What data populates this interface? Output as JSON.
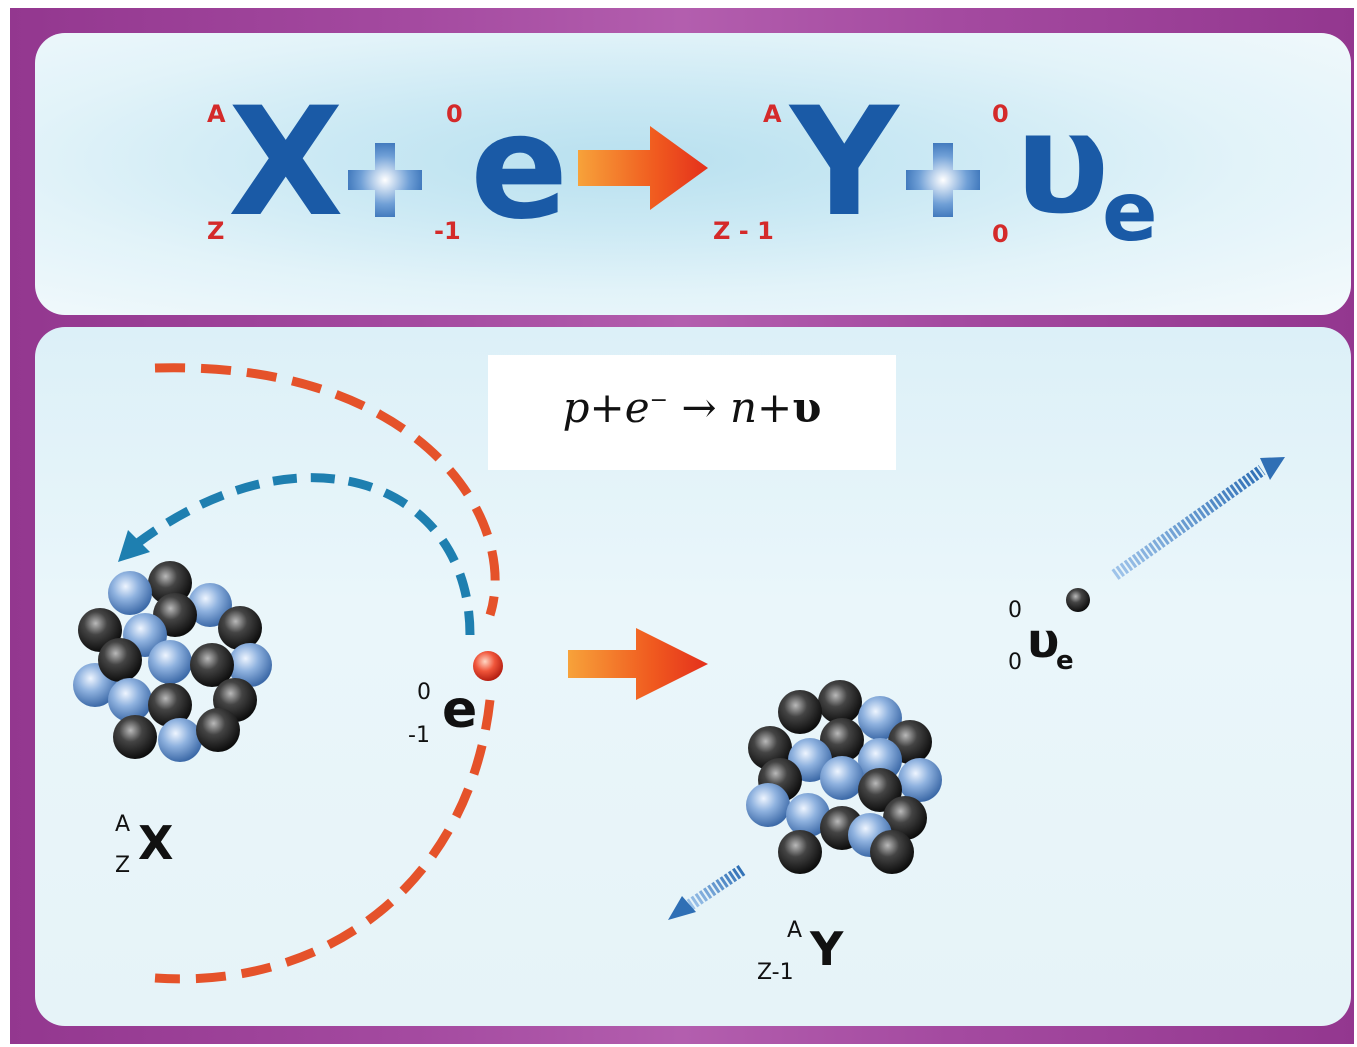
{
  "top_equation": {
    "x": {
      "symbol": "X",
      "mass": "A",
      "charge": "Z"
    },
    "plus1": "+",
    "e": {
      "symbol": "e",
      "mass": "0",
      "charge": "-1"
    },
    "y": {
      "symbol": "Y",
      "mass": "A",
      "charge": "Z - 1"
    },
    "plus2": "+",
    "nu": {
      "symbol": "υ",
      "sub": "e",
      "mass": "0",
      "charge": "0"
    }
  },
  "reaction": {
    "p": "p",
    "plus1": "+",
    "e": "e",
    "e_sup": "−",
    "arrow": "→",
    "n": "n",
    "plus2": "+",
    "nu": "υ"
  },
  "labels": {
    "x": {
      "symbol": "X",
      "mass": "A",
      "charge": "Z"
    },
    "e": {
      "symbol": "e",
      "mass": "0",
      "charge": "-1"
    },
    "y": {
      "symbol": "Y",
      "mass": "A",
      "charge": "Z-1"
    },
    "nu": {
      "symbol": "υ",
      "sub": "e",
      "mass": "0",
      "charge": "0"
    }
  },
  "colors": {
    "frame": "#9a3d96",
    "formula_blue": "#1a5aa6",
    "index_red": "#d42a2a",
    "orbit_red": "#e5522a",
    "orbit_blue": "#1e7fb0",
    "proton_blue": "#8fb2df",
    "neutron_dark": "#333333",
    "arrow_orange": "#f0501c"
  }
}
